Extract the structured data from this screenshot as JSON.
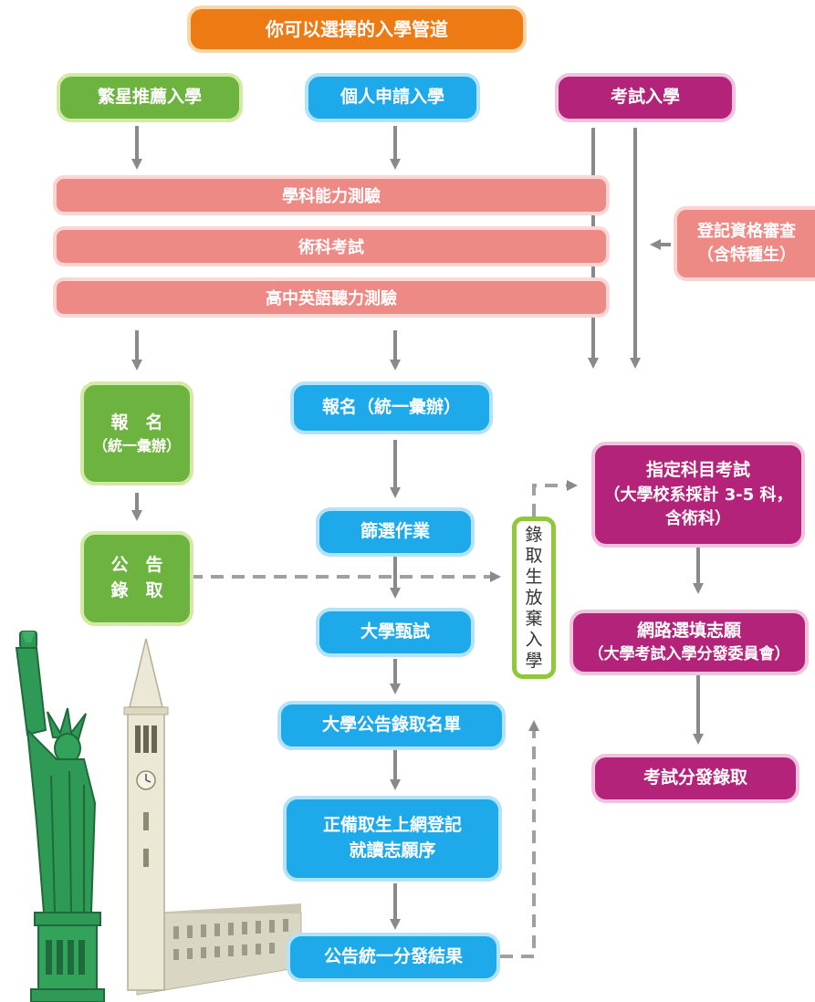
{
  "title": "你可以選擇的入學管道",
  "routes": {
    "star": "繁星推薦入學",
    "personal": "個人申請入學",
    "exam": "考試入學"
  },
  "tests": {
    "gsat": "學科能力測驗",
    "arts": "術科考試",
    "english": "高中英語聽力測驗"
  },
  "qualification": {
    "line1": "登記資格審查",
    "line2": "（含特種生）"
  },
  "star_path": {
    "register_line1": "報　名",
    "register_line2": "（統一彙辦）",
    "announce_line1": "公　告",
    "announce_line2": "錄　取"
  },
  "personal_path": {
    "register": "報名（統一彙辦）",
    "screening": "篩選作業",
    "interview": "大學甄試",
    "admitted_list": "大學公告錄取名單",
    "online_line1": "正備取生上網登記",
    "online_line2": "就讀志願序",
    "result": "公告統一分發結果"
  },
  "give_up": "錄取生放棄入學",
  "exam_path": {
    "designated_line1": "指定科目考試",
    "designated_line2": "（大學校系採計 3-5 科，",
    "designated_line3": "含術科）",
    "online_choice_line1": "網路選填志願",
    "online_choice_line2": "（大學考試入學分發委員會）",
    "final": "考試分發錄取"
  },
  "colors": {
    "orange": "#ee7a14",
    "green": "#6db33f",
    "blue": "#1eaaea",
    "magenta": "#b3237a",
    "salmon": "#ee8a85",
    "arrow": "#8a8a8a"
  }
}
